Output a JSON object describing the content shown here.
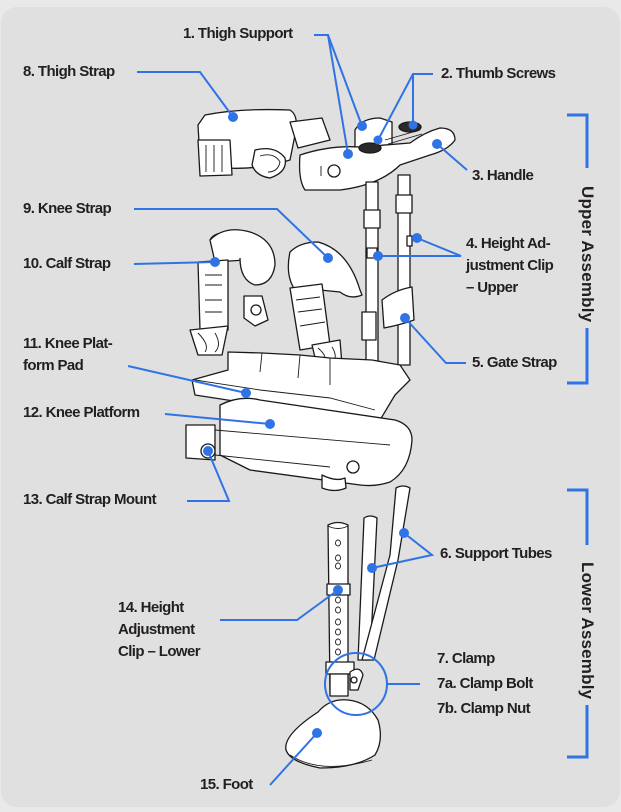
{
  "diagram": {
    "title": "Exploded parts diagram",
    "accent_color": "#2f73e6",
    "background_color": "#e0e0e0",
    "sections": {
      "upper": "Upper Assembly",
      "lower": "Lower Assembly"
    },
    "labels": {
      "thigh_support": "1. Thigh Support",
      "thumb_screws": "2. Thumb Screws",
      "handle": "3. Handle",
      "height_clip_upper": "4. Height Ad- justment Clip – Upper",
      "gate_strap": "5. Gate Strap",
      "support_tubes": "6. Support Tubes",
      "clamp": "7. Clamp",
      "clamp_bolt": "7a. Clamp Bolt",
      "clamp_nut": "7b. Clamp Nut",
      "thigh_strap": "8. Thigh Strap",
      "knee_strap": "9. Knee Strap",
      "calf_strap": "10. Calf Strap",
      "knee_platform_pad": "11. Knee Plat- form Pad",
      "knee_platform": "12. Knee Platform",
      "calf_strap_mount": "13. Calf Strap Mount",
      "height_clip_lower": "14. Height Adjustment Clip – Lower",
      "foot": "15. Foot"
    }
  }
}
